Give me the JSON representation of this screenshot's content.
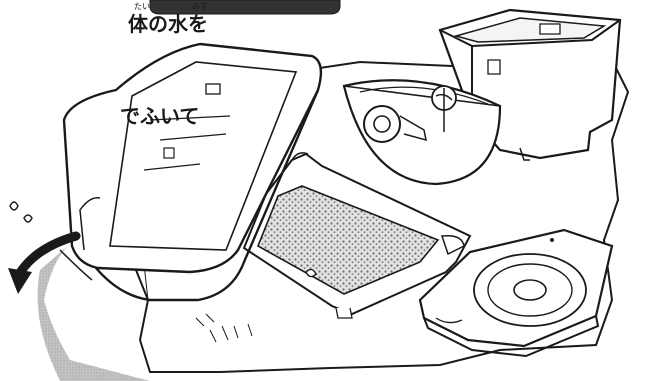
{
  "instruction": {
    "line1": "体の水を",
    "line2": "でふいて",
    "ruby1": "たい",
    "ruby2": "みず"
  },
  "colors": {
    "stroke": "#1a1a1a",
    "paper": "#ffffff",
    "shade": "#bdbdbd",
    "filter": "#8a8a8a"
  }
}
